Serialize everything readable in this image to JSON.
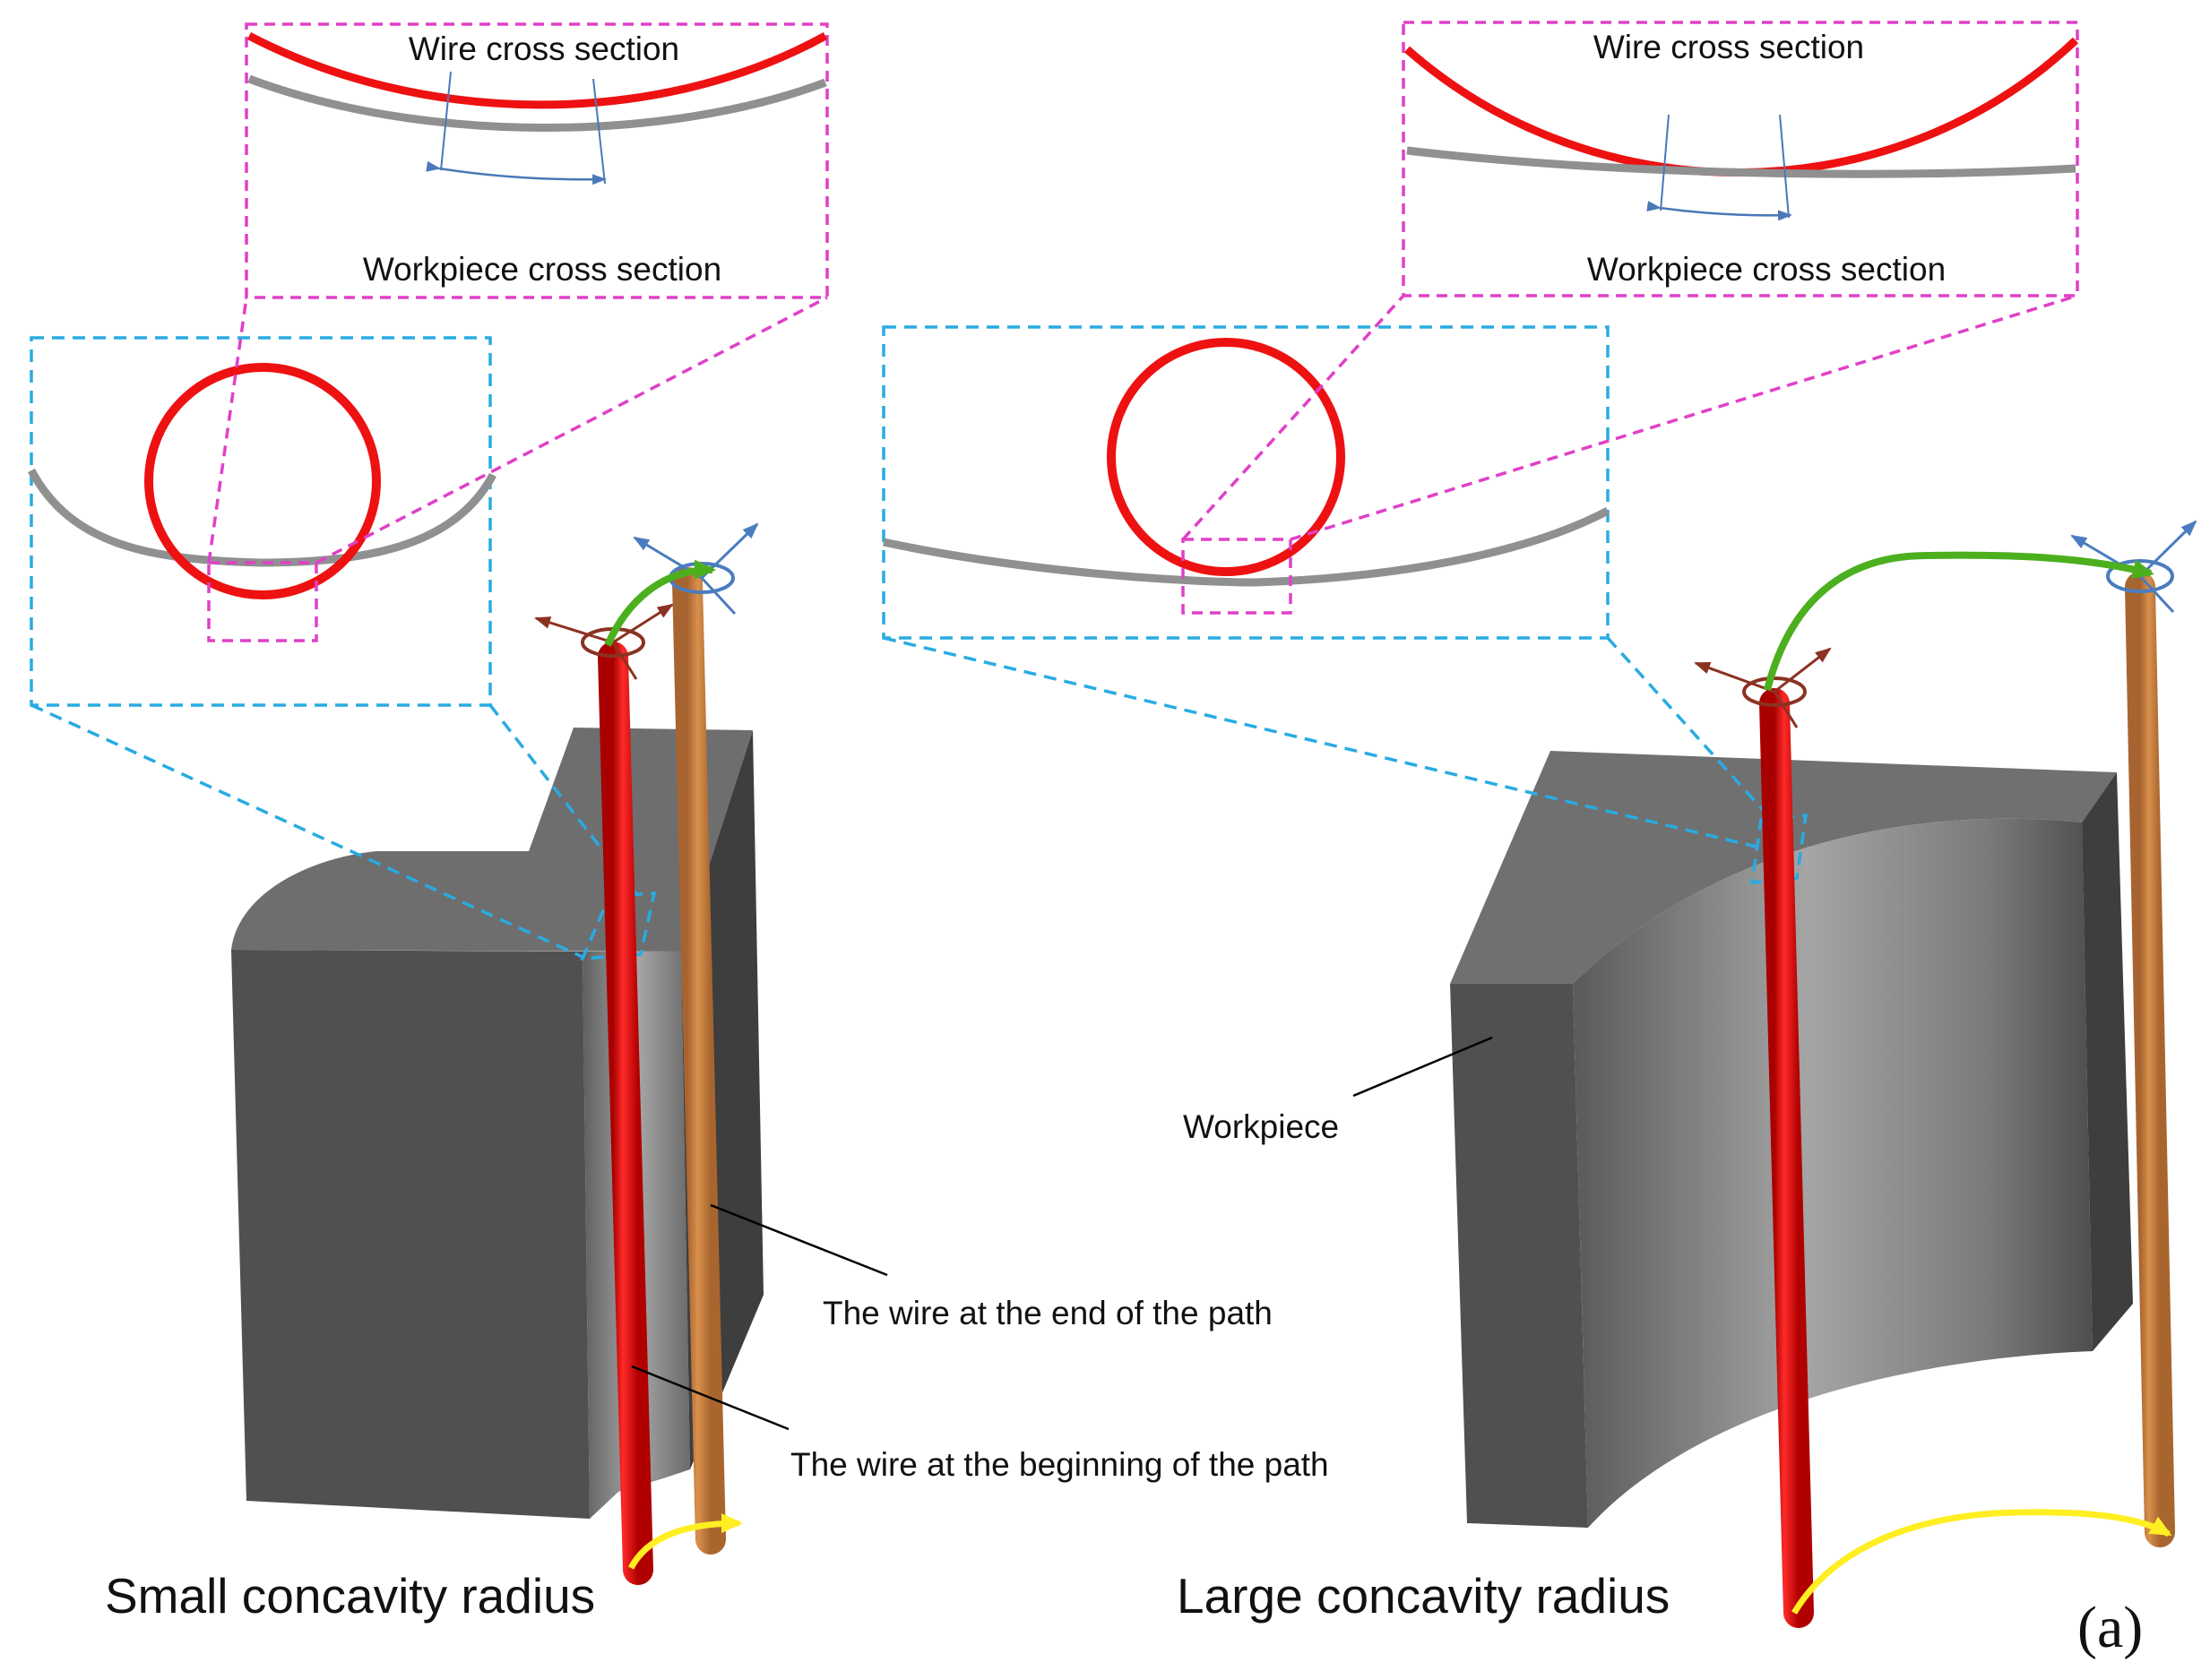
{
  "left": {
    "zoom_wire_label": "Wire cross section",
    "zoom_workpiece_label": "Workpiece cross section",
    "end_wire_label": "The wire at the end of the path",
    "begin_wire_label": "The wire at the beginning of the path",
    "caption": "Small concavity radius"
  },
  "right": {
    "zoom_wire_label": "Wire cross section",
    "zoom_workpiece_label": "Workpiece cross section",
    "workpiece_label": "Workpiece",
    "caption": "Large concavity radius"
  },
  "panel_tag": "(a)",
  "colors": {
    "wire_start": "#e81010",
    "wire_end": "#c8803c",
    "workpiece": "#5a5a5a",
    "zoom_box_cyan": "#29abe2",
    "zoom_box_magenta": "#e040c8",
    "path_arrow_top": "#4caf1e",
    "path_arrow_bottom": "#ffee22"
  }
}
